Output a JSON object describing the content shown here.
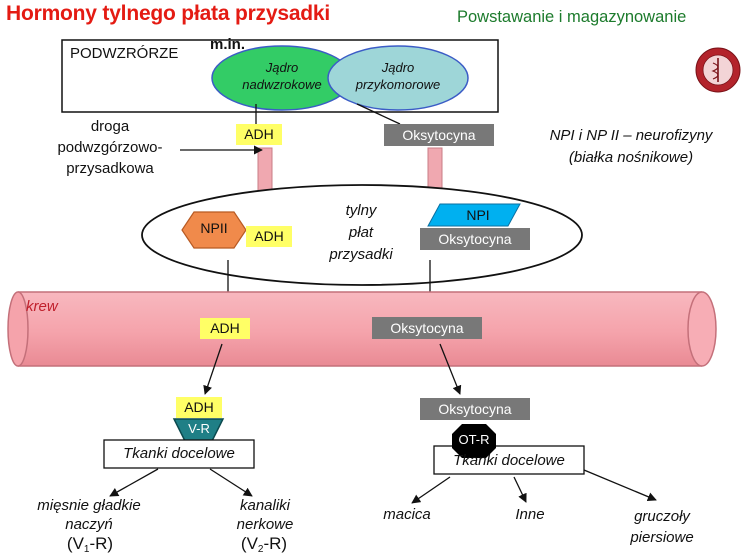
{
  "header": {
    "title": "Hormony tylnego płata przysadki",
    "subtitle": "Powstawanie i magazynowanie"
  },
  "hypothalamus": {
    "label": "PODWZRÓRZE",
    "mi_label": "m.in.",
    "nucleus_supraoptic": [
      "Jądro",
      "nadwzrokowe"
    ],
    "nucleus_paraventricular": [
      "Jądro",
      "przykomorowe"
    ]
  },
  "tract": {
    "label_lines": [
      "droga",
      "podwzgórzowo-",
      "przysadkowa"
    ]
  },
  "neurophysins": {
    "line1": "NPI i NP II – neurofizyny",
    "line2": "(białka nośnikowe)"
  },
  "posterior_pituitary": {
    "label_lines": [
      "tylny",
      "płat",
      "przysadki"
    ],
    "npii": "NPII",
    "npi": "NPI"
  },
  "hormones": {
    "adh": "ADH",
    "oxytocin": "Oksytocyna"
  },
  "blood": {
    "label": "krew"
  },
  "left_branch": {
    "receptor": "V-R",
    "target": "Tkanki docelowe",
    "out1_lines": [
      "mięsnie gładkie",
      "naczyń"
    ],
    "out1_code": [
      "(V",
      "1",
      "-R)"
    ],
    "out2_lines": [
      "kanaliki",
      "nerkowe"
    ],
    "out2_code": [
      "(V",
      "2",
      "-R)"
    ]
  },
  "right_branch": {
    "receptor": "OT-R",
    "target": "Tkanki docelowe",
    "out1": "macica",
    "out2": "Inne",
    "out3_lines": [
      "gruczoły",
      "piersiowe"
    ]
  },
  "colors": {
    "title": "#e41b13",
    "subtitle": "#1c7b2c",
    "adh_box": "#ffff66",
    "oxytocin_box": "#787878",
    "npii": "#f08a4b",
    "npi": "#00b0f0",
    "supraoptic": "#33cc66",
    "paraventricular": "#9ed6d8",
    "vessel": "#f5a3ab",
    "receptor_v": "#1f7f86",
    "receptor_ot": "#000000"
  },
  "icons": {
    "logo": "university-seal-icon"
  }
}
